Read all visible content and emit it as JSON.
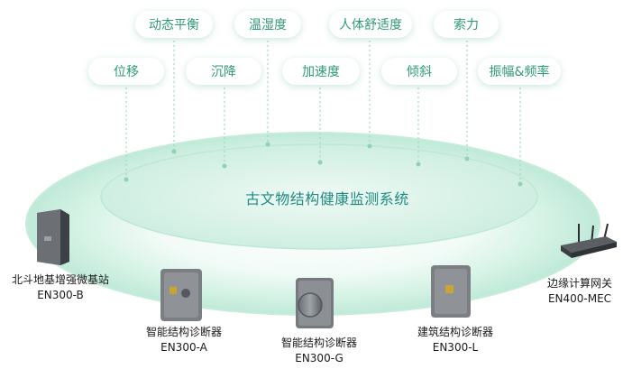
{
  "system": {
    "title": "古文物结构健康监测系统"
  },
  "parameters_top": [
    "动态平衡",
    "温湿度",
    "人体舒适度",
    "索力"
  ],
  "parameters_bottom": [
    "位移",
    "沉降",
    "加速度",
    "倾斜",
    "振幅&频率"
  ],
  "devices": [
    {
      "name": "北斗地基增强微基站",
      "model": "EN300-B"
    },
    {
      "name": "智能结构诊断器",
      "model": "EN300-A"
    },
    {
      "name": "智能结构诊断器",
      "model": "EN300-G"
    },
    {
      "name": "建筑结构诊断器",
      "model": "EN300-L"
    },
    {
      "name": "边缘计算网关",
      "model": "EN400-MEC"
    }
  ],
  "colors": {
    "accent": "#2e9a73",
    "title": "#1f8a82",
    "ring": "#c9efdf"
  },
  "icons": [
    "gnss-station-icon",
    "diagnostic-unit-icon",
    "tilt-sensor-icon",
    "building-diagnostic-icon",
    "router-icon"
  ]
}
